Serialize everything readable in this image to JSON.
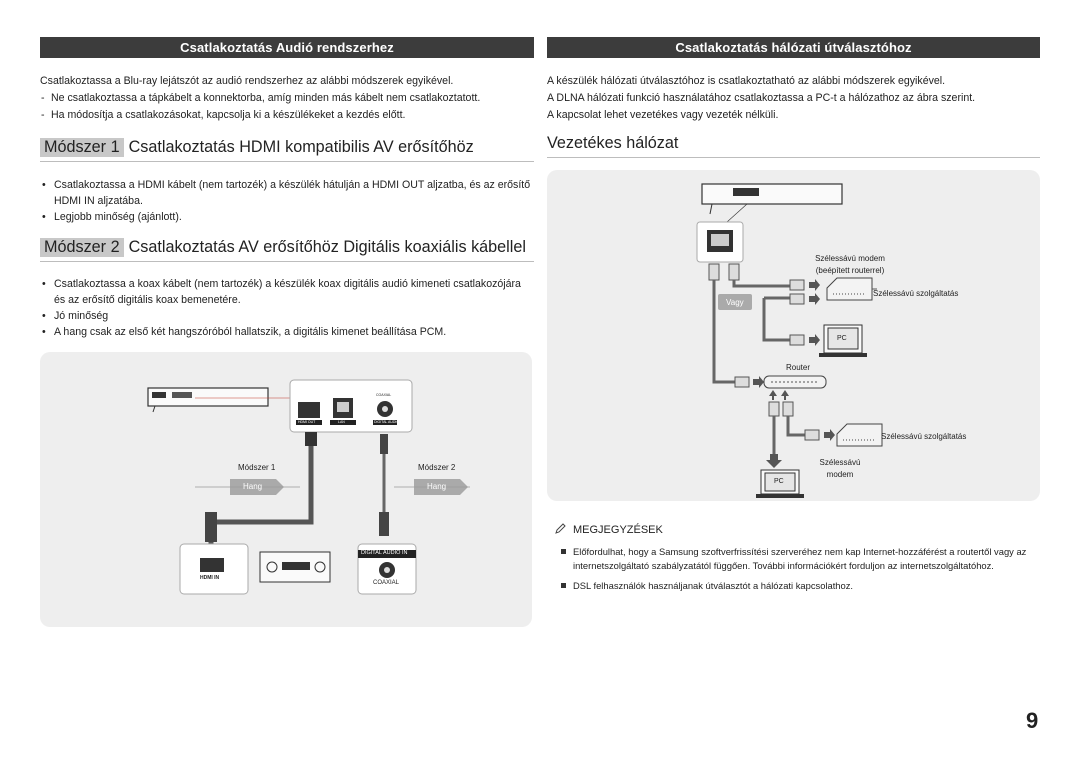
{
  "left": {
    "header": "Csatlakoztatás Audió rendszerhez",
    "intro": "Csatlakoztassa a Blu-ray lejátszót az audió rendszerhez az alábbi módszerek egyikével.",
    "dash_items": [
      "Ne csatlakoztassa a tápkábelt a konnektorba, amíg minden más kábelt nem csatlakoztatott.",
      "Ha módosítja a csatlakozásokat, kapcsolja ki a készülékeket a kezdés előtt."
    ],
    "method1": {
      "tag": "Módszer 1",
      "title": "Csatlakoztatás HDMI kompatibilis AV erősítőhöz",
      "bullets": [
        "Csatlakoztassa a HDMI kábelt (nem tartozék) a készülék hátulján a HDMI OUT aljzatba, és az erősítő HDMI IN aljzatába.",
        "Legjobb minőség (ajánlott)."
      ]
    },
    "method2": {
      "tag": "Módszer 2",
      "title": "Csatlakoztatás AV erősítőhöz Digitális koaxiális kábellel",
      "bullets": [
        "Csatlakoztassa a koax kábelt (nem tartozék) a készülék koax digitális audió kimeneti csatlakozójára és az erősítő digitális koax bemenetére.",
        "Jó minőség",
        "A hang csak az első két hangszóróból hallatszik, a digitális kimenet beállítása PCM."
      ]
    },
    "diagram": {
      "method1_label": "Módszer 1",
      "method2_label": "Módszer 2",
      "hang1": "Hang",
      "hang2": "Hang",
      "hdmi_out": "HDMI OUT",
      "lan": "LAN",
      "coaxial_port": "COAXIAL",
      "digital_audio_out": "DIGITAL AUDIO OUT",
      "hdmi_in": "HDMI IN",
      "digital_audio_in": "DIGITAL AUDIO IN",
      "coaxial": "COAXIAL"
    }
  },
  "right": {
    "header": "Csatlakoztatás hálózati útválasztóhoz",
    "intro_lines": [
      "A készülék hálózati útválasztóhoz is csatlakoztatható az alábbi módszerek egyikével.",
      "A DLNA hálózati funkció használatához csatlakoztassa a PC-t a hálózathoz az ábra szerint.",
      "A kapcsolat lehet vezetékes vagy vezeték nélküli."
    ],
    "subhead": "Vezetékes hálózat",
    "diagram": {
      "modem_label_1": "Szélessávú modem",
      "modem_label_2": "(beépített routerrel)",
      "service_1": "Szélessávú szolgáltatás",
      "vagy": "Vagy",
      "pc_1": "PC",
      "router": "Router",
      "service_2": "Szélessávú szolgáltatás",
      "modem_2_line1": "Szélessávú",
      "modem_2_line2": "modem",
      "pc_2": "PC"
    },
    "notes_title": "MEGJEGYZÉSEK",
    "notes": [
      "Előfordulhat, hogy a Samsung szoftverfrissítési szerveréhez nem kap Internet-hozzáférést a routertől vagy az internetszolgáltató szabályzatától függően. További információkért forduljon az internetszolgáltatóhoz.",
      "DSL felhasználók használjanak útválasztót a hálózati kapcsolathoz."
    ]
  },
  "page_number": "9"
}
